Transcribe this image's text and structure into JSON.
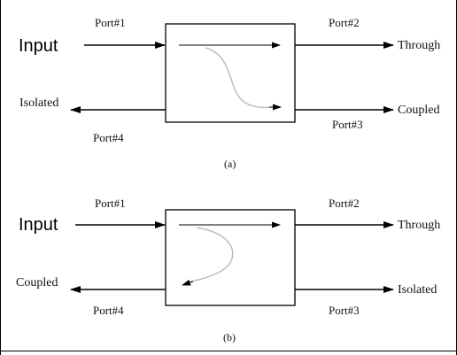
{
  "panels": [
    {
      "caption": "(a)",
      "input_label": "Input",
      "port1": "Port#1",
      "port2": "Port#2",
      "port3": "Port#3",
      "port4": "Port#4",
      "right_top": "Through",
      "right_bottom": "Coupled",
      "left_bottom": "Isolated"
    },
    {
      "caption": "(b)",
      "input_label": "Input",
      "port1": "Port#1",
      "port2": "Port#2",
      "port3": "Port#3",
      "port4": "Port#4",
      "right_top": "Through",
      "right_bottom": "Isolated",
      "left_bottom": "Coupled"
    }
  ],
  "colors": {
    "line": "#000000",
    "curve": "#bdbdbd"
  }
}
